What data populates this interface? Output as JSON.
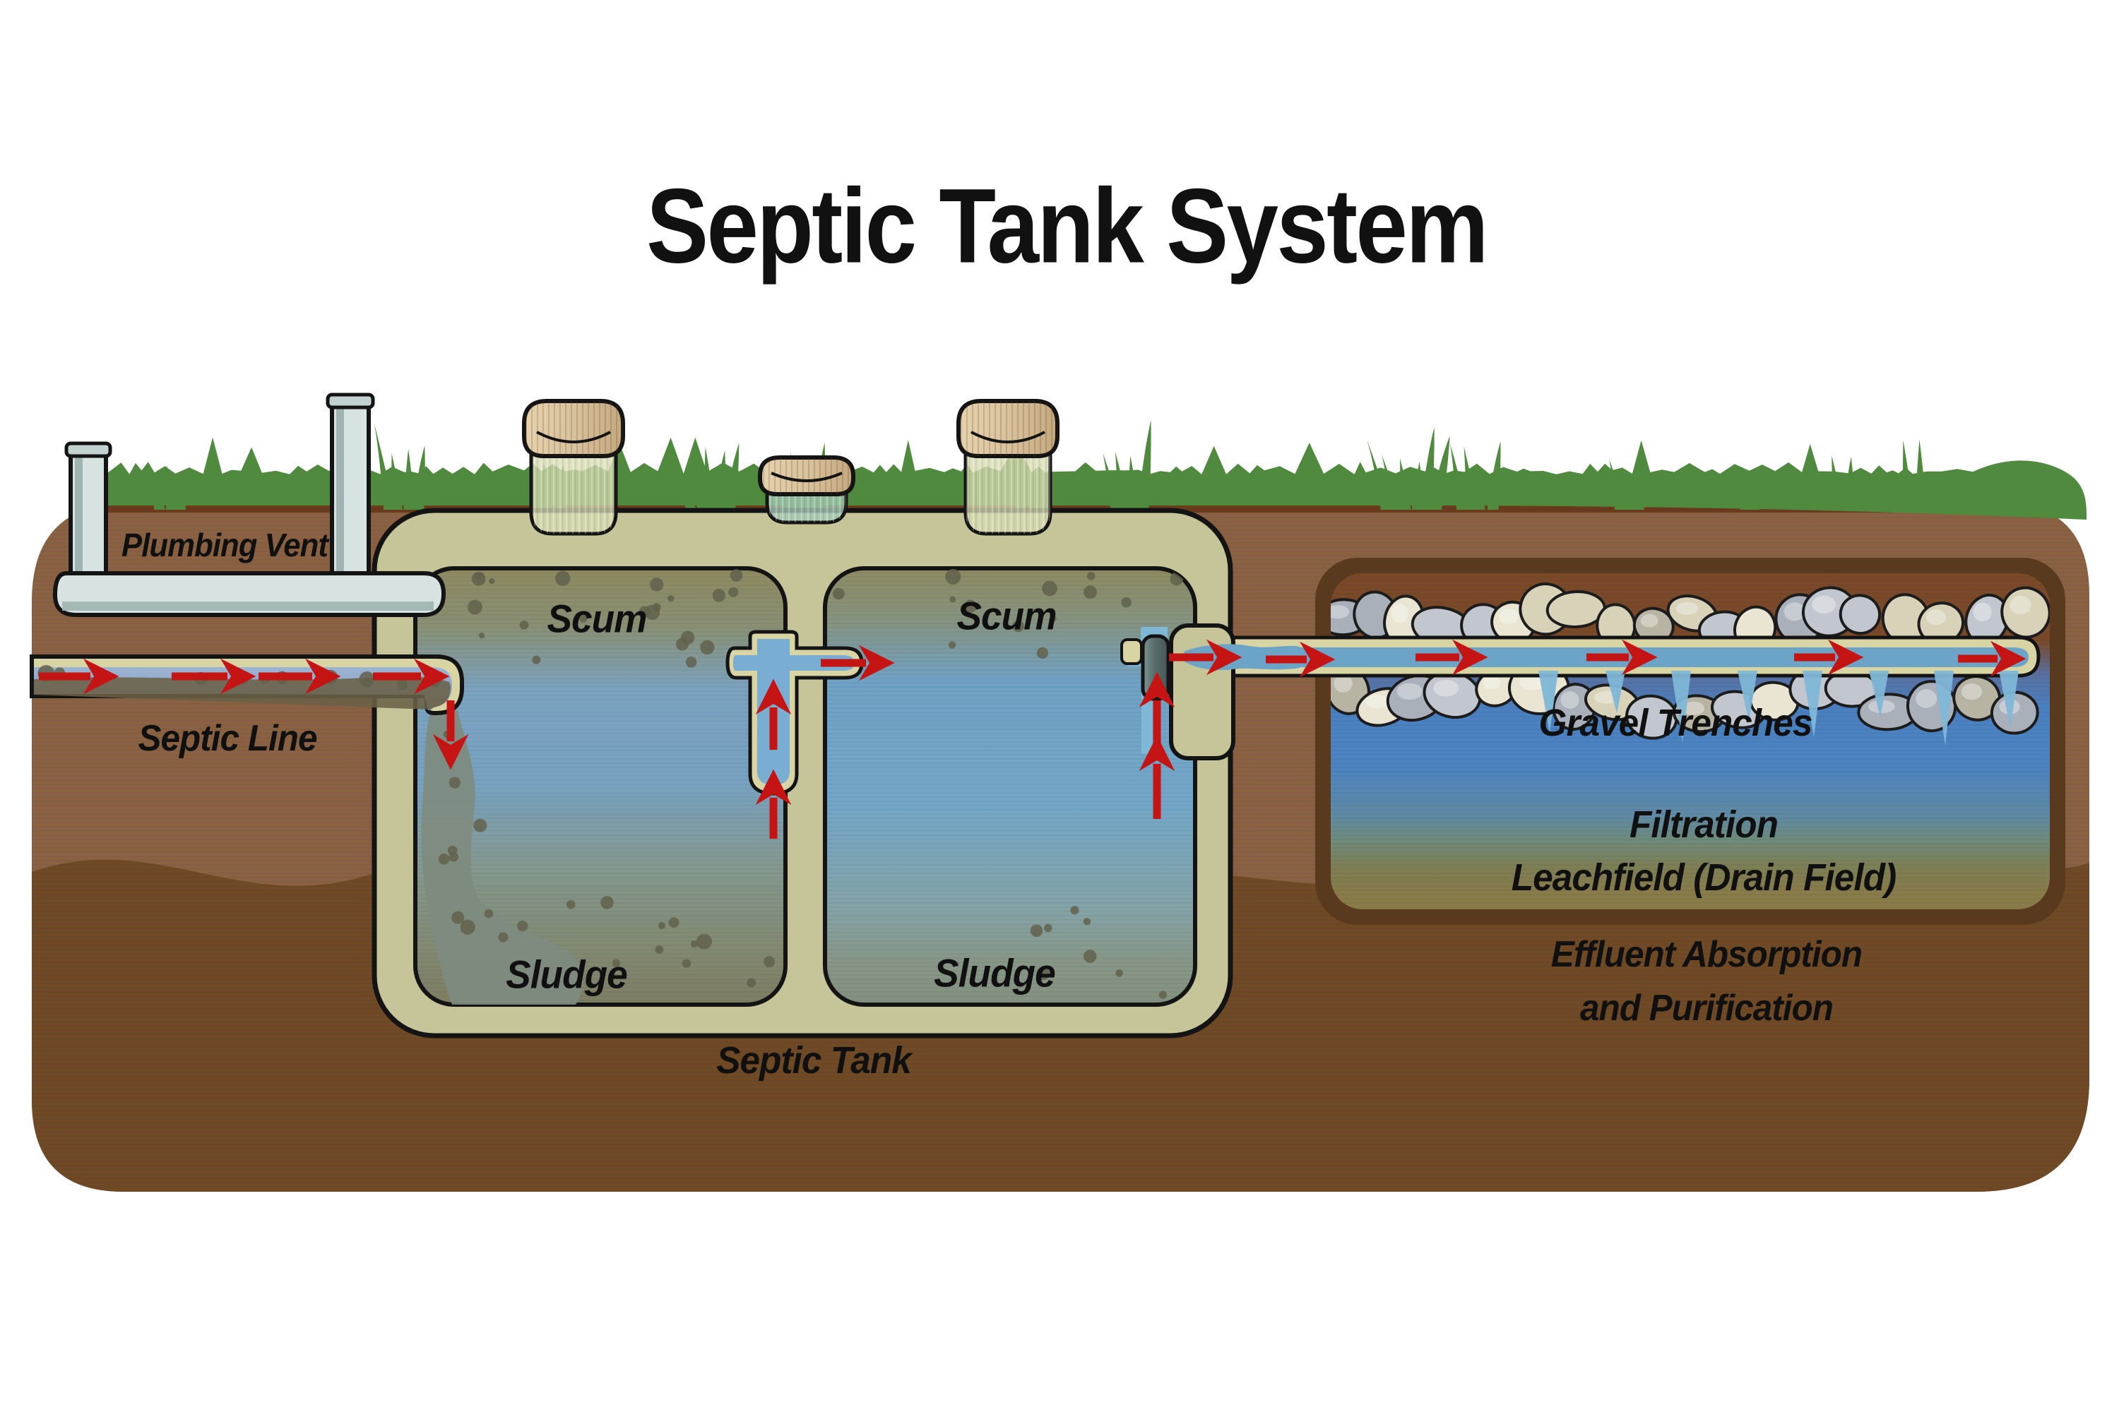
{
  "title": "Septic Tank System",
  "labels": {
    "plumbing_vent": "Plumbing Vent",
    "septic_line": "Septic Line",
    "scum_left": "Scum",
    "scum_right": "Scum",
    "sludge_left": "Sludge",
    "sludge_right": "Sludge",
    "septic_tank": "Septic Tank",
    "gravel_trenches": "Gravel Trenches",
    "filtration": "Filtration",
    "leachfield": "Leachfield (Drain Field)",
    "effluent_line1": "Effluent Absorption",
    "effluent_line2": "and Purification"
  },
  "colors": {
    "background": "#ffffff",
    "title_text": "#111111",
    "label_text": "#101010",
    "grass": "#4f8a3e",
    "soil_upper": "#8a6242",
    "soil_lower": "#6f4a24",
    "soil_strip": "#6b3c1c",
    "tank_shell": "#c6c599",
    "outline": "#141414",
    "pipe_casing": "#d8d4a4",
    "sewage_blue": "#8fa9c9",
    "murk": "#6b6148",
    "water_blue": "#6ca4c8",
    "effluent_light": "#7fb7d7",
    "vent_fill": "#d7e3e1",
    "vent_shade": "#9fb4b1",
    "vent_rim": "#c3d2d0",
    "arrow_red": "#c41414",
    "leach_border": "#5a3a1e",
    "leach_soil": "#7a4a28",
    "leach_water": "#4a80bf",
    "leach_olive": "#8a7c48",
    "rock_colors": [
      "#c2c6ce",
      "#aab0ba",
      "#e9e5d2",
      "#d8d2b8",
      "#b8b4a4"
    ],
    "cap_tan": "#d9c29e",
    "riser_body": "rgba(214,218,176,0.78)",
    "riser_body_green": "rgba(164,200,182,0.80)",
    "scum_olive": "#8e8a60",
    "particle": "#62624c",
    "plume": "#7e8b7f",
    "filter_dark": "#4e5f5f",
    "baffle_water": "#79aed2"
  }
}
